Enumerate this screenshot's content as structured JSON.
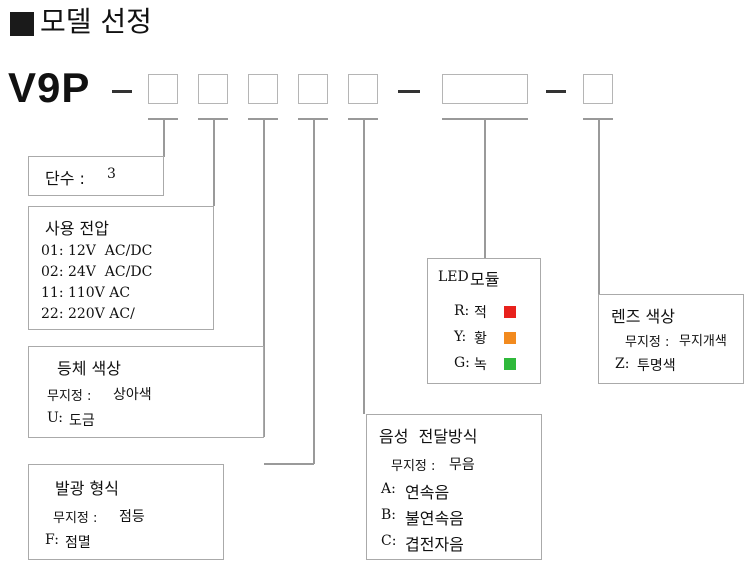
{
  "title": "모델 선정",
  "model_code": "V9P",
  "separators": [
    "-",
    "-",
    "-"
  ],
  "stages": {
    "heading": "단수 : ",
    "value": "3"
  },
  "voltage": {
    "heading": "사용 전압",
    "options": [
      "01: 12V  AC/DC",
      "02: 24V  AC/DC",
      "11: 110V AC",
      "22: 220V AC/"
    ]
  },
  "body_color": {
    "heading": "등체 색상",
    "default_code": "무지정 :",
    "default_label": "상아색",
    "u_code": "U:",
    "u_label": "도금"
  },
  "emission": {
    "heading": "발광 형식",
    "default_code": "무지정 :",
    "default_label": "점등",
    "f_code": "F:",
    "f_label": "점멸"
  },
  "sound": {
    "heading": "음성  전달방식",
    "default_code": "무지정 :",
    "default_label": "무음",
    "a_code": "A:",
    "a_label": "연속음",
    "b_code": "B:",
    "b_label": "불연속음",
    "c_code": "C:",
    "c_label": "겹전자음"
  },
  "led_module": {
    "heading_prefix": "LED",
    "heading_suffix": "모듈",
    "items": [
      {
        "code": "R:",
        "label": "적",
        "color": "#e8211c"
      },
      {
        "code": "Y:",
        "label": "황",
        "color": "#f28a1e"
      },
      {
        "code": "G:",
        "label": "녹",
        "color": "#2fb93b"
      }
    ]
  },
  "lens_color": {
    "heading": "렌즈 색상",
    "default_code": "무지정 :",
    "default_label": "무지개색",
    "z_code": "Z:",
    "z_label": "투명색"
  }
}
